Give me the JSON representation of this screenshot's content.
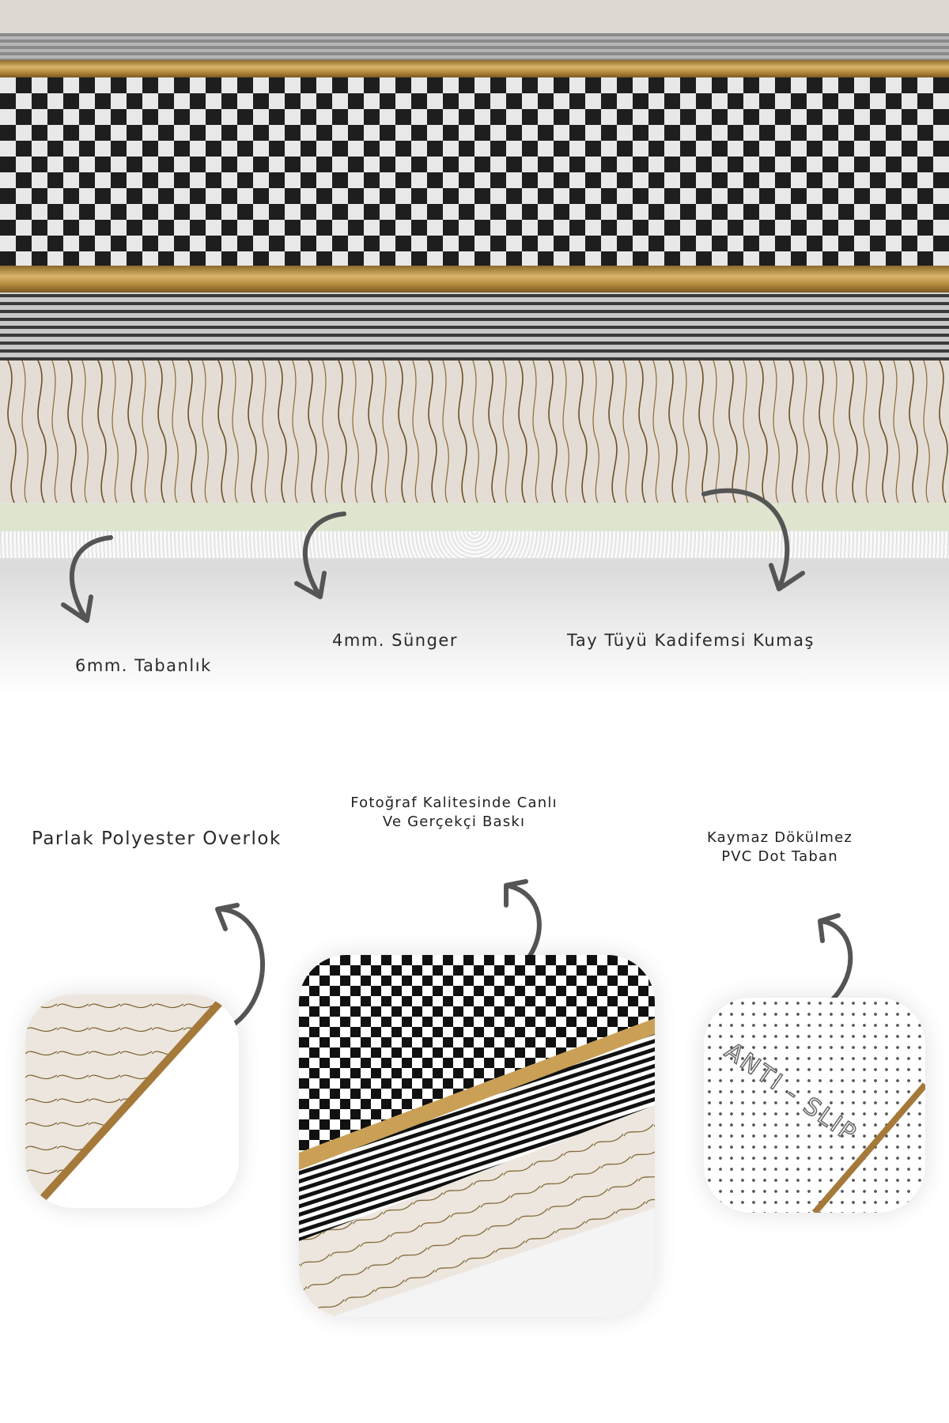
{
  "layers": {
    "base": "6mm. Tabanlık",
    "foam": "4mm. Sünger",
    "fabric": "Tay Tüyü Kadifemsi Kumaş"
  },
  "features": {
    "overlock": "Parlak Polyester Overlok",
    "print_line1": "Fotoğraf Kalitesinde Canlı",
    "print_line2": "Ve Gerçekçi Baskı",
    "backing_line1": "Kaymaz Dökülmez",
    "backing_line2": "PVC Dot Taban",
    "anti_slip": "ANTI - SLIP"
  },
  "colors": {
    "gold": "#c9a055",
    "dark": "#1e1e1e",
    "arrow": "#555555"
  }
}
